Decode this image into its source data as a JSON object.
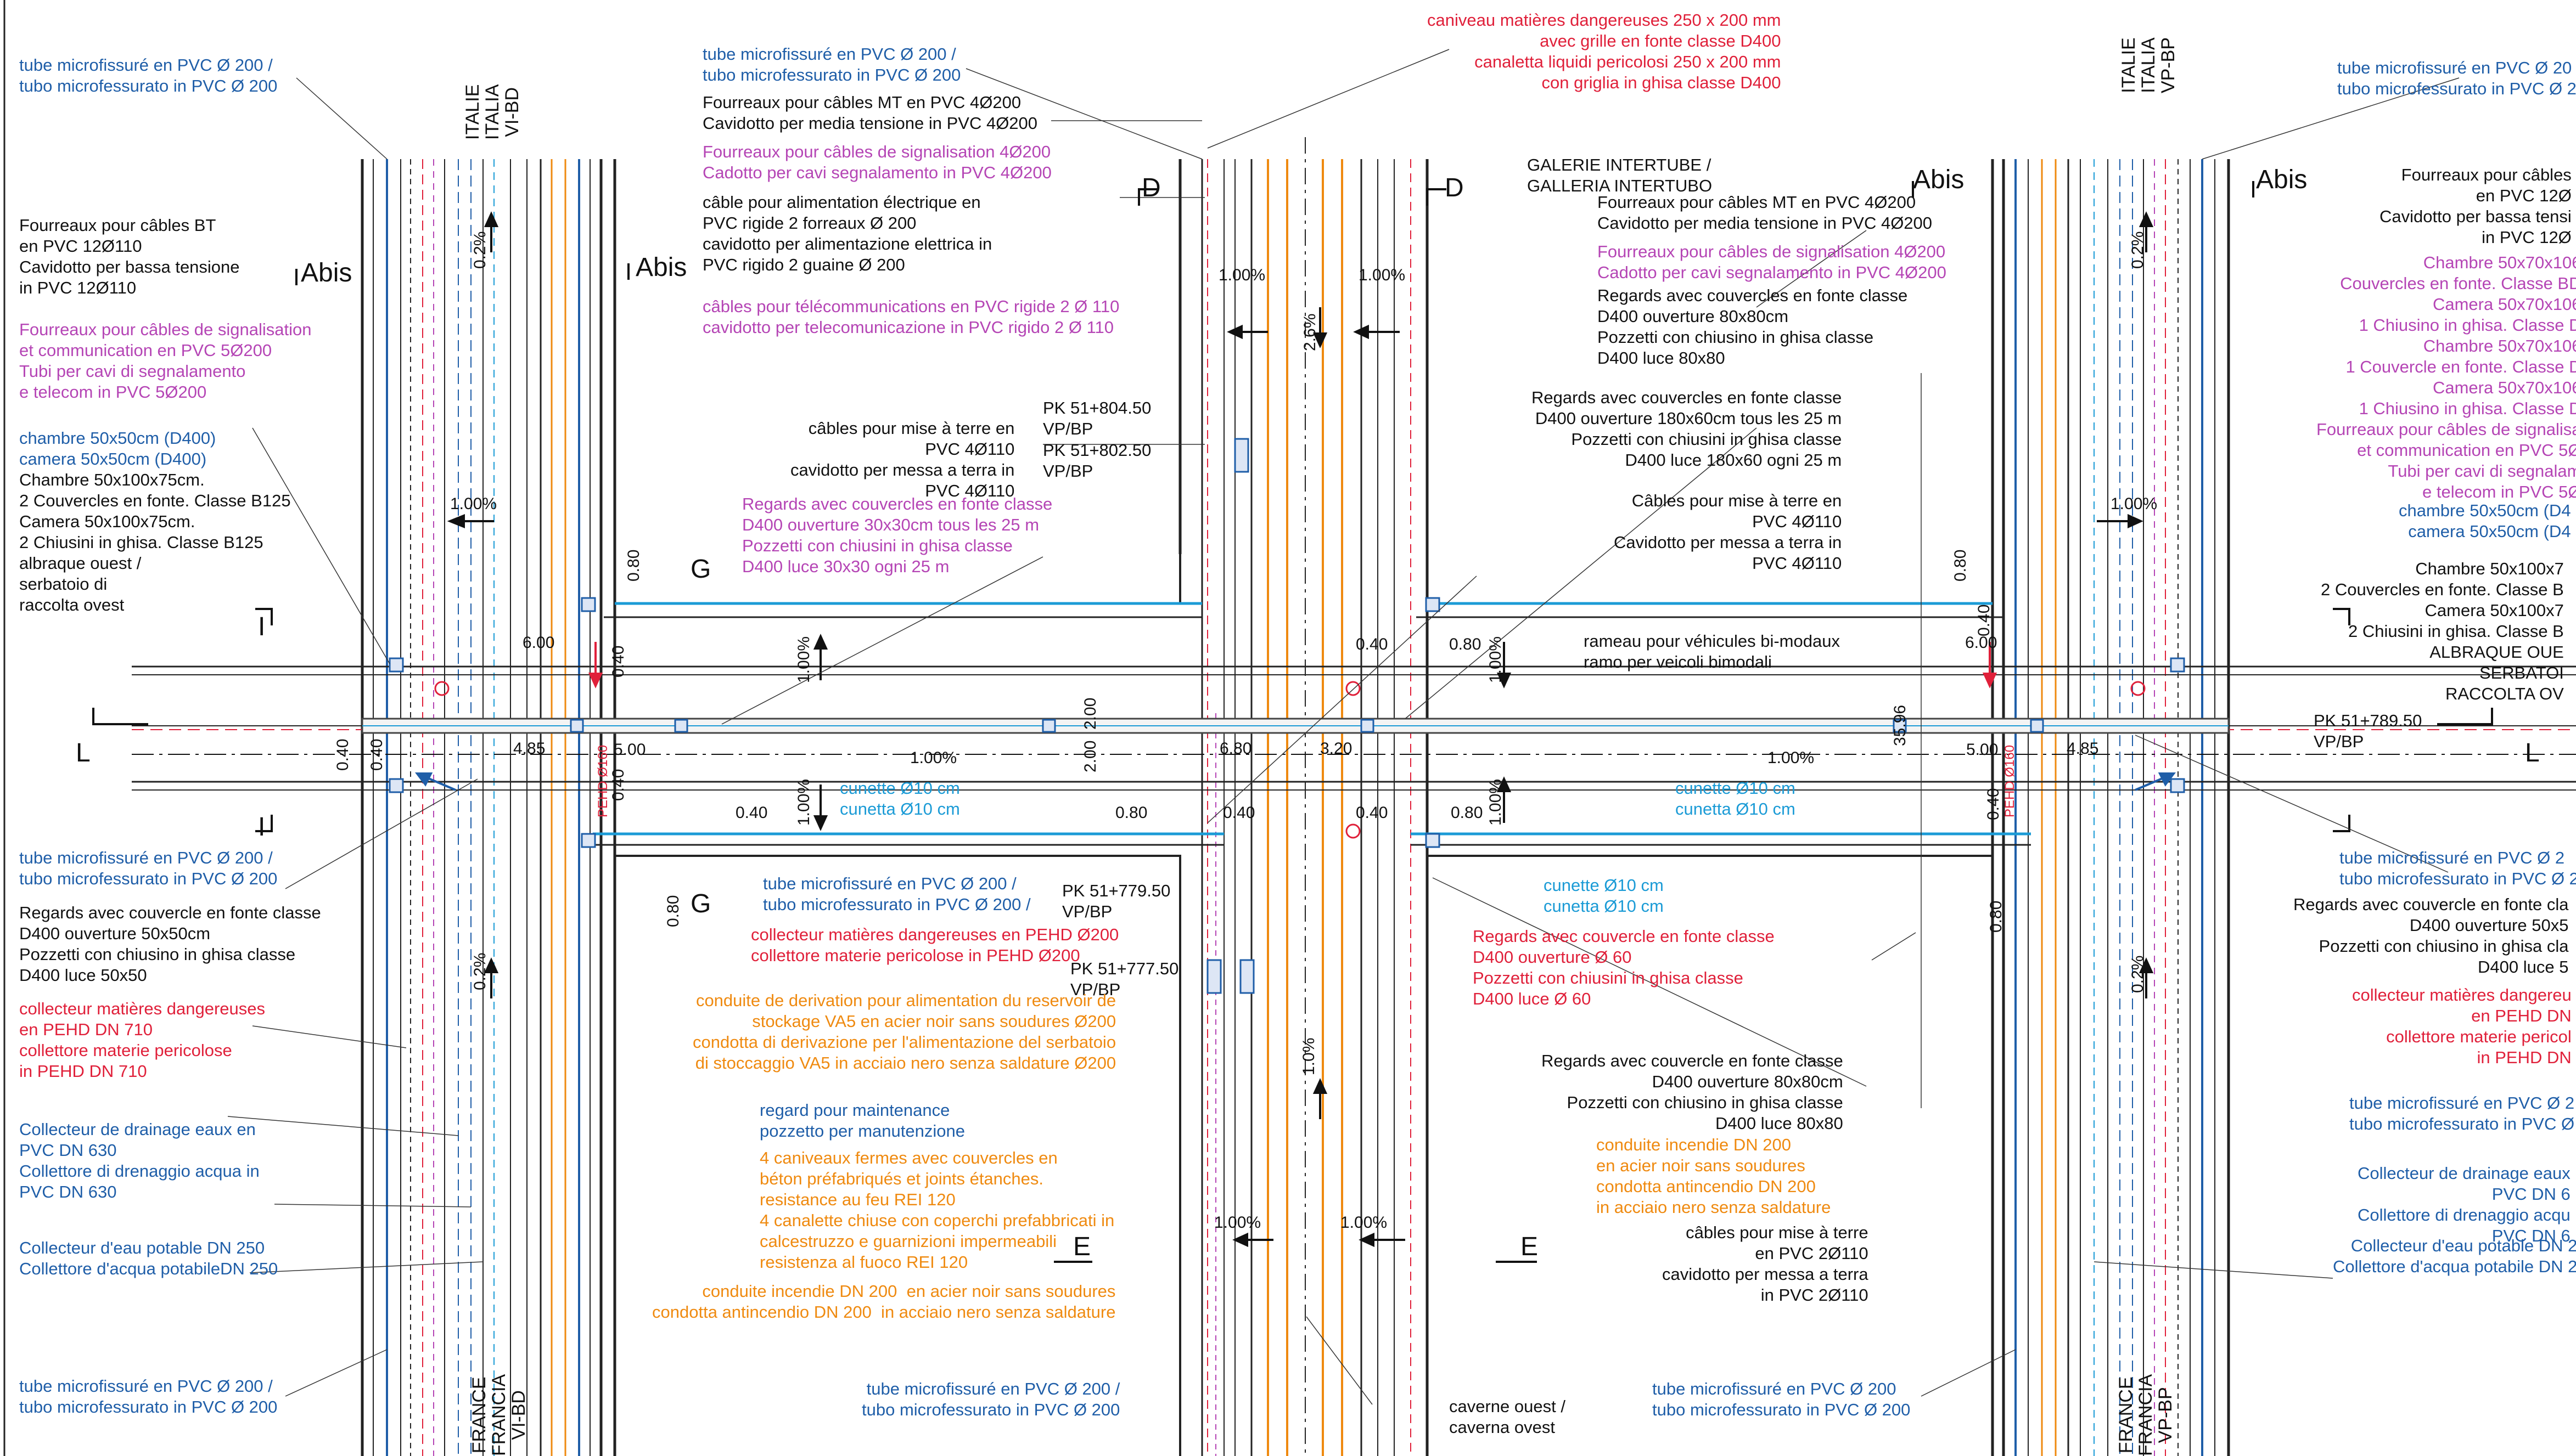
{
  "colors": {
    "black": "#111111",
    "blue": "#1f5ea8",
    "red": "#e0203a",
    "magenta": "#b545b5",
    "orange": "#ef8a10",
    "cyan": "#1b9bd6"
  },
  "country_labels": {
    "italie_left": "ITALIE\nITALIA\nVI-BD",
    "italie_right": "ITALIE\nITALIA\nVP-BP",
    "france_left": "FRANCE\nFRANCIA\nVI-BD",
    "france_right": "FRANCE\nFRANCIA\nVP-BP"
  },
  "sections": {
    "abis_1": "Abis",
    "abis_2": "Abis",
    "abis_3": "Abis",
    "abis_4": "Abis",
    "d_1": "D",
    "d_2": "D",
    "e_1": "E",
    "e_2": "E",
    "g_1": "G",
    "g_2": "G",
    "i_1": "I",
    "i_2": "I",
    "l_left": "L",
    "l_right": "L"
  },
  "annotations": {
    "tube_top_left": "tube microfissuré en PVC Ø 200 /\ntubo microfessurato in PVC Ø 200",
    "bt_left": "Fourreaux pour câbles BT\nen PVC 12Ø110\nCavidotto per bassa tensione\nin PVC 12Ø110",
    "signal_left": "Fourreaux pour câbles de signalisation\net communication en PVC 5Ø200\nTubi per cavi di segnalamento\ne telecom in PVC 5Ø200",
    "chambre_left_blue": "chambre 50x50cm (D400)\ncamera 50x50cm (D400)",
    "chambre_left_black": "Chambre 50x100x75cm.\n2 Couvercles en fonte. Classe B125\nCamera 50x100x75cm.\n2 Chiusini in ghisa. Classe B125\nalbraque ouest /\nserbatoio di\nraccolta ovest",
    "tube_mid_left": "tube microfissuré en PVC Ø 200 /\ntubo microfessurato in PVC Ø 200",
    "regards_left": "Regards avec couvercle en fonte classe\nD400 ouverture 50x50cm\nPozzetti con chiusino in ghisa classe\nD400 luce 50x50",
    "collecteur_left": "collecteur matières dangereuses\nen PEHD DN 710\ncollettore materie pericolose\nin PEHD DN 710",
    "drainage_left": "Collecteur de drainage eaux en\nPVC DN 630\nCollettore di drenaggio acqua in\nPVC DN 630",
    "potable_left": "Collecteur d'eau potable DN 250\nCollettore d'acqua potabileDN 250",
    "tube_bottom_left": "tube microfissuré en PVC Ø 200 /\ntubo microfessurato in PVC Ø 200",
    "tube_top_center": "tube microfissuré en PVC Ø 200 /\ntubo microfessurato in PVC Ø 200",
    "mt_center": "Fourreaux pour câbles MT en PVC 4Ø200\nCavidotto per media tensione in PVC 4Ø200",
    "signal_center": "Fourreaux pour câbles de signalisation 4Ø200\nCadotto per cavi segnalamento in PVC 4Ø200",
    "alim_center": "câble pour alimentation électrique en\nPVC rigide 2 forreaux Ø 200\ncavidotto per alimentazione elettrica in\nPVC rigido 2 guaine Ø 200",
    "telecom_center": "câbles pour télécommunications en PVC rigide 2 Ø 110\ncavidotto per telecomunicazione in PVC rigido 2 Ø 110",
    "terre_center": "câbles pour mise à terre en\nPVC 4Ø110\ncavidotto per messa a terra in\nPVC 4Ø110",
    "regards_center": "Regards avec couvercles en fonte classe\nD400 ouverture 30x30cm tous les 25 m\nPozzetti con chiusini in ghisa classe\nD400 luce 30x30 ogni 25 m",
    "caniveau_top": "caniveau matières dangereuses 250 x 200 mm\navec grille en fonte classe D400\ncanaletta liquidi pericolosi 250 x 200 mm\ncon griglia in ghisa classe D400",
    "galerie": "GALERIE INTERTUBE /\nGALLERIA INTERTUBO",
    "mt_right": "Fourreaux pour câbles MT en PVC 4Ø200\nCavidotto per media tensione in PVC 4Ø200",
    "signal_right": "Fourreaux pour câbles de signalisation 4Ø200\nCadotto per cavi segnalamento in PVC 4Ø200",
    "regards_80": "Regards avec couvercles en fonte classe\nD400 ouverture 80x80cm\nPozzetti con chiusino in ghisa classe\nD400 luce 80x80",
    "regards_180": "Regards avec couvercles en fonte classe\nD400 ouverture 180x60cm tous les 25 m\nPozzetti con chiusini in ghisa classe\nD400 luce 180x60 ogni 25 m",
    "terre_right": "Câbles pour mise à terre en\nPVC 4Ø110\nCavidotto per messa a terra in\nPVC 4Ø110",
    "rameau": "rameau pour véhicules bi-modaux\nramo per veicoli bimodali",
    "cunette_center": "cunette Ø10 cm\ncunetta Ø10 cm",
    "cunette_right": "cunette Ø10 cm\ncunetta Ø10 cm",
    "cunette_lower": "cunette Ø10 cm\ncunetta Ø10 cm",
    "tube_lower_center": "tube microfissuré en PVC Ø 200 /\ntubo microfessurato in PVC Ø 200 /",
    "collecteur_center": "collecteur matières dangereuses en PEHD Ø200\ncollettore materie pericolose in PEHD Ø200",
    "conduite_derivation": "conduite de derivation pour alimentation du reservoir de\nstockage VA5 en acier noir sans soudures Ø200\ncondotta di derivazione per l'alimentazione del serbatoio\ndi stoccaggio VA5 in acciaio nero senza saldature Ø200",
    "regard_maintenance": "regard pour maintenance\npozzetto per manutenzione",
    "caniveaux_fermes": "4 caniveaux fermes avec couvercles en\nbéton préfabriqués et joints étanches.\nresistance au feu REI 120\n4 canalette chiuse con coperchi prefabbricati in\ncalcestruzzo e guarnizioni impermeabili\nresistenza al fuoco REI 120",
    "conduite_incendie_center": "conduite incendie DN 200  en acier noir sans soudures\ncondotta antincendio DN 200  in acciaio nero senza saldature",
    "tube_bottom_center": "tube microfissuré en PVC Ø 200 /\ntubo microfessurato in PVC Ø 200",
    "collecteur_d400": "Regards avec couvercle en fonte classe\nD400 ouverture Ø 60\nPozzetti con chiusini in ghisa classe\nD400 luce Ø 60",
    "regards_80_lower": "Regards avec couvercle en fonte classe\nD400 ouverture 80x80cm\nPozzetti con chiusino in ghisa classe\nD400 luce 80x80",
    "conduite_incendie_right": "conduite incendie DN 200\nen acier noir sans soudures\ncondotta antincendio DN 200\nin acciaio nero senza saldature",
    "terre_lower": "câbles pour mise à terre\nen PVC 2Ø110\ncavidotto per messa a terra\nin PVC 2Ø110",
    "caverne": "caverne ouest /\ncaverna ovest",
    "tube_bottom_right": "tube microfissuré en PVC Ø 200\ntubo microfessurato in PVC Ø 200",
    "tube_top_right": "tube microfissuré en PVC Ø 20\ntubo microfessurato in PVC Ø 20",
    "right_edge_top": "Fourreaux pour câbles\nen PVC 12Ø\nCavidotto per bassa tensi\nin PVC 12Ø",
    "right_edge_mag": "Chambre 50x70x106\nCouvercles en fonte. Classe BD\nCamera 50x70x106\n1 Chiusino in ghisa. Classe D\nChambre 50x70x106\n1 Couvercle en fonte. Classe D\nCamera 50x70x106\n1 Chiusino in ghisa. Classe D\nFourreaux pour câbles de signalisa\net communication en PVC 5Ø\nTubi per cavi di segnalam\ne telecom in PVC 5Ø",
    "right_edge_blue": "chambre 50x50cm (D4\ncamera 50x50cm (D4",
    "right_edge_black": "Chambre 50x100x7\n2 Couvercles en fonte. Classe B\nCamera 50x100x7\n2 Chiusini in ghisa. Classe B\nALBRAQUE OUE\nSERBATOI\nRACCOLTA OV",
    "tube_mid_right": "tube microfissuré en PVC Ø 2\ntubo microfessurato in PVC Ø 2",
    "regards_right": "Regards avec couvercle en fonte cla\nD400 ouverture 50x5\nPozzetti con chiusino in ghisa cla\nD400 luce 5",
    "collecteur_right": "collecteur matières dangereu\nen PEHD DN\ncollettore materie pericol\nin PEHD DN",
    "tube_lower_right": "tube microfissuré en PVC Ø 2\ntubo microfessurato in PVC Ø 2",
    "drainage_right": "Collecteur de drainage eaux\nPVC DN 6\nCollettore di drenaggio acqu\nPVC DN 6",
    "potable_right": "Collecteur d'eau potable DN 2\nCollettore d'acqua potabile DN 2"
  },
  "pk_labels": {
    "pk_804": "PK 51+804.50\nVP/BP",
    "pk_802": "PK 51+802.50\nVP/BP",
    "pk_779": "PK 51+779.50\nVP/BP",
    "pk_777": "PK 51+777.50\nVP/BP",
    "pk_789": "PK 51+789.50\nVP/BP"
  },
  "dimensions": {
    "d_600_l": "6.00",
    "d_600_r": "6.00",
    "d_485_l": "4.85",
    "d_485_r": "4.85",
    "d_500_l": "5.00",
    "d_500_r": "5.00",
    "d_680": "6.80",
    "d_320": "3.20",
    "d_040_a": "0.40",
    "d_040_b": "0.40",
    "d_040_c": "0.40",
    "d_040_d": "0.40",
    "d_080_a": "0.80",
    "d_080_b": "0.80",
    "d_080_c": "0.80",
    "slope_100_a": "1.00%",
    "slope_100_b": "1.00%",
    "slope_100_c": "1.00%",
    "slope_100_d": "1.00%",
    "slope_100_e": "1.00%",
    "slope_100_f": "1.00%",
    "slope_100_g": "1.00%",
    "slope_100_h": "1.00%"
  },
  "vertical_dims": {
    "v_02_a": "0.2%",
    "v_02_b": "0.2%",
    "v_02_c": "0.2%",
    "v_02_d": "0.2%",
    "v_26": "2.6%",
    "v_10": "1.0%",
    "v_080_a": "0.80",
    "v_080_b": "0.80",
    "v_080_c": "0.80",
    "v_080_d": "0.80",
    "v_040_a": "0.40",
    "v_040_b": "0.40",
    "v_040_c": "0.40",
    "v_040_d": "0.40",
    "v_040_e": "0.40",
    "v_040_f": "0.40",
    "v_200_a": "2.00",
    "v_200_b": "2.00",
    "v_100_a": "1.00%",
    "v_100_b": "1.00%",
    "v_100_c": "1.00%",
    "v_100_d": "1.00%",
    "v_3596": "35.96",
    "v_pehd_l": "PEHD Ø160",
    "v_pehd_r": "PEHD Ø160"
  }
}
